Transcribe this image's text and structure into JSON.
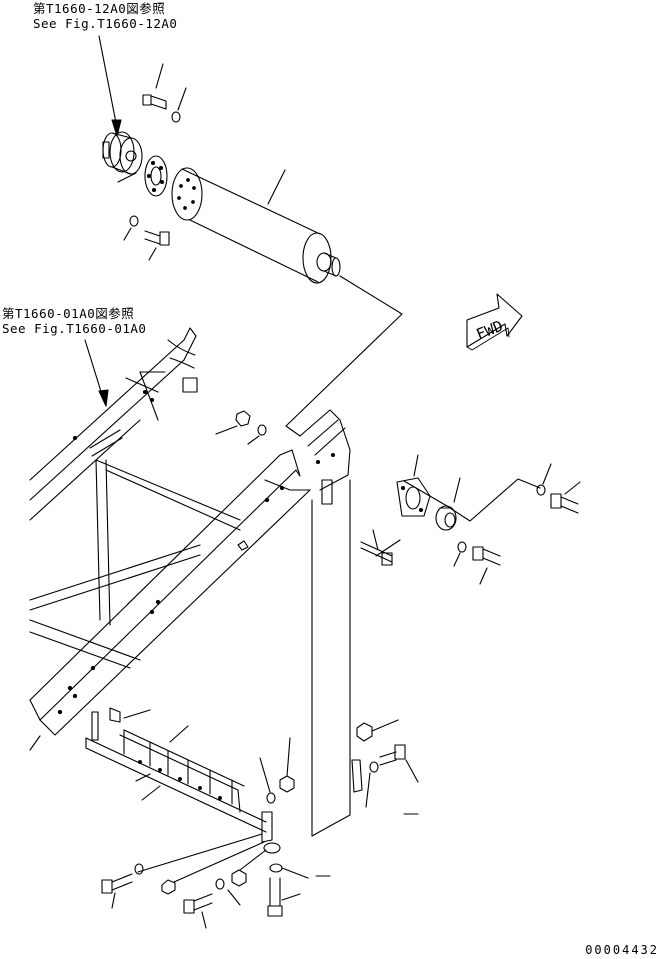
{
  "references": [
    {
      "jp": "第T1660-12A0図参照",
      "en": "See Fig.T1660-12A0"
    },
    {
      "jp": "第T1660-01A0図参照",
      "en": "See Fig.T1660-01A0"
    }
  ],
  "direction_label": "FWD",
  "drawing_number": "00004432"
}
